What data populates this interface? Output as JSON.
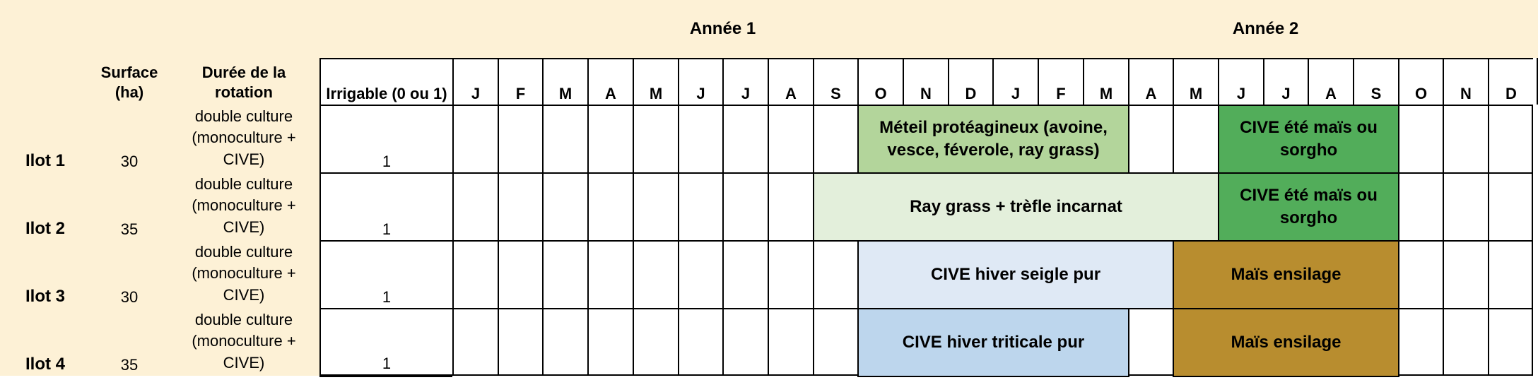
{
  "header": {
    "year1": "Année 1",
    "year2": "Année 2",
    "col_surface": "Surface (ha)",
    "col_rotation": "Durée de la rotation",
    "col_irrigable": "Irrigable (0 ou 1)"
  },
  "months": [
    "J",
    "F",
    "M",
    "A",
    "M",
    "J",
    "J",
    "A",
    "S",
    "O",
    "N",
    "D",
    "J",
    "F",
    "M",
    "A",
    "M",
    "J",
    "J",
    "A",
    "S",
    "O",
    "N",
    "D"
  ],
  "rows": [
    {
      "ilot": "Ilot 1",
      "surface": "30",
      "rotation": "double culture (monoculture + CIVE)",
      "irrigable": "1",
      "crops": [
        {
          "label": "Méteil protéagineux (avoine, vesce, féverole, ray grass)",
          "start": 9,
          "end": 14,
          "color": "#b3d59b"
        },
        {
          "label": "CIVE été maïs ou sorgho",
          "start": 17,
          "end": 20,
          "color": "#52ad5a"
        }
      ]
    },
    {
      "ilot": "Ilot 2",
      "surface": "35",
      "rotation": "double culture (monoculture + CIVE)",
      "irrigable": "1",
      "crops": [
        {
          "label": "Ray grass + trèfle incarnat",
          "start": 8,
          "end": 16,
          "color": "#e3efdb"
        },
        {
          "label": "CIVE été maïs ou sorgho",
          "start": 17,
          "end": 20,
          "color": "#52ad5a"
        }
      ]
    },
    {
      "ilot": "Ilot 3",
      "surface": "30",
      "rotation": "double culture (monoculture + CIVE)",
      "irrigable": "1",
      "crops": [
        {
          "label": "CIVE hiver seigle pur",
          "start": 9,
          "end": 15,
          "color": "#dfe9f5"
        },
        {
          "label": "Maïs ensilage",
          "start": 16,
          "end": 20,
          "color": "#b88d2f"
        }
      ]
    },
    {
      "ilot": "Ilot 4",
      "surface": "35",
      "rotation": "double culture (monoculture + CIVE)",
      "irrigable": "1",
      "crops": [
        {
          "label": "CIVE hiver triticale pur",
          "start": 9,
          "end": 14,
          "color": "#bdd6ed"
        },
        {
          "label": "Maïs ensilage",
          "start": 16,
          "end": 20,
          "color": "#b88d2f"
        }
      ]
    }
  ]
}
